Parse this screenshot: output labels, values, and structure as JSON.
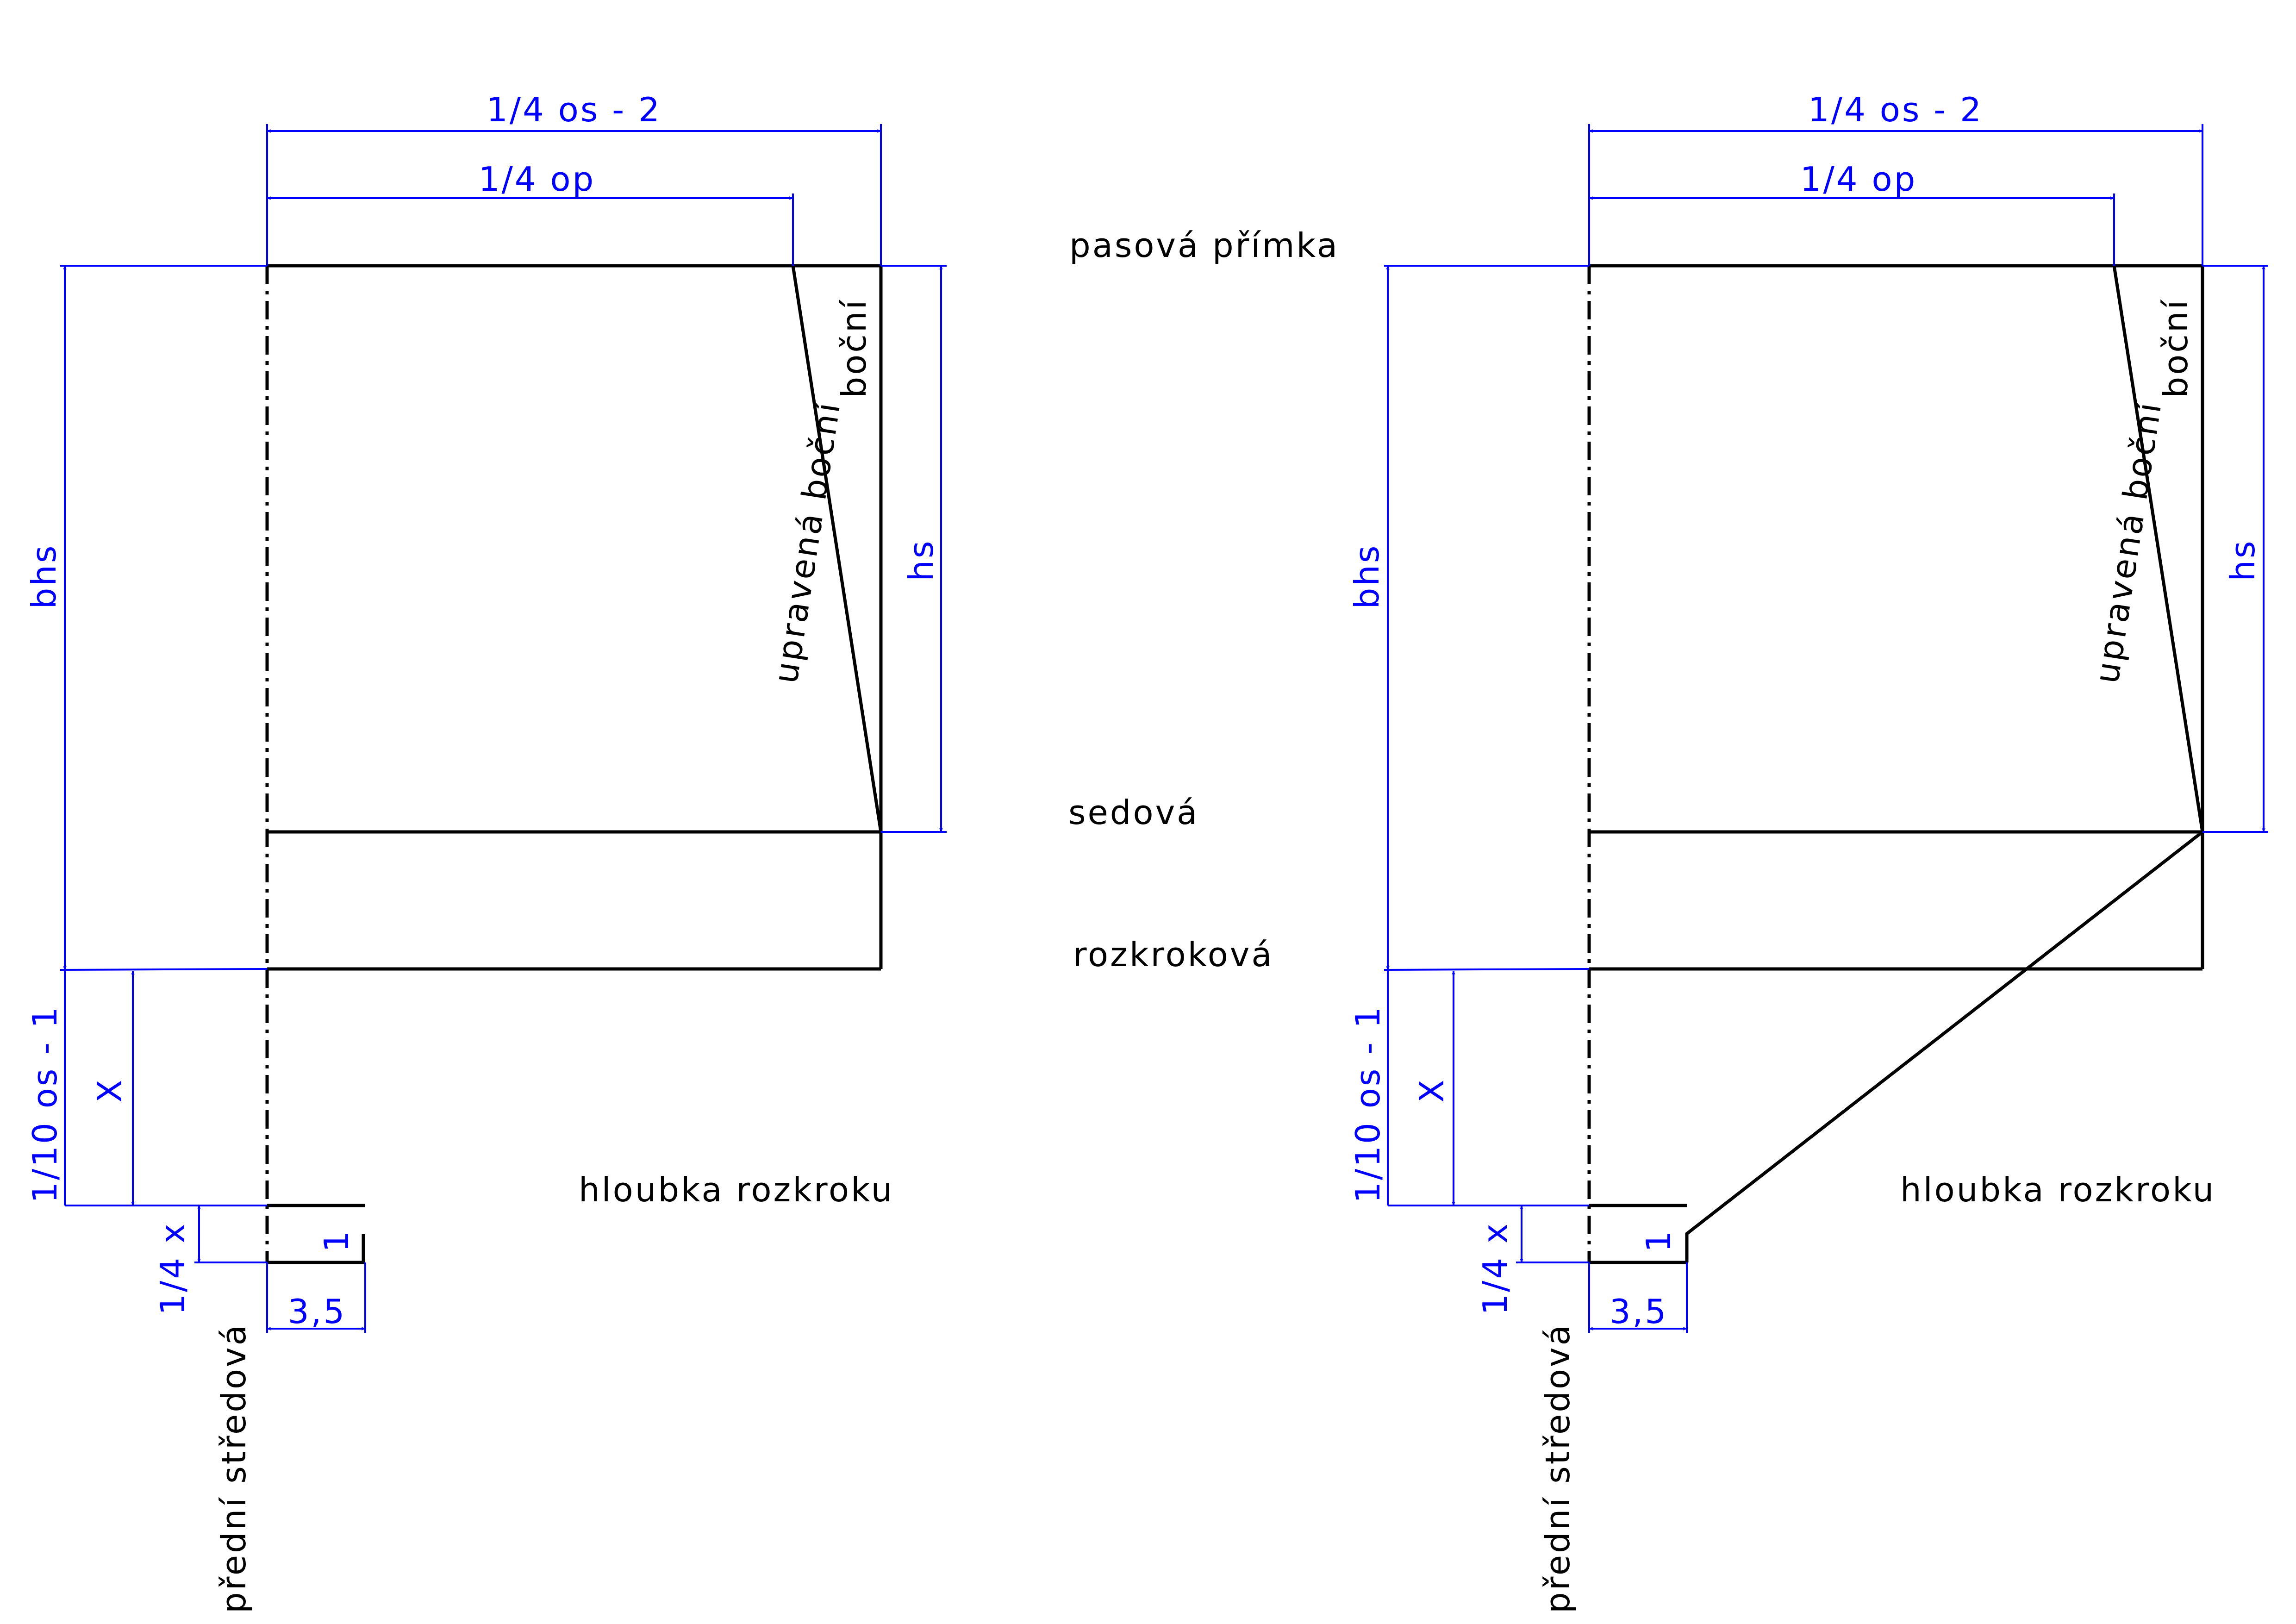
{
  "colors": {
    "outline": "#000000",
    "dimension": "#0000ff",
    "background": "#ffffff"
  },
  "labels": {
    "waistline": "pasová přímka",
    "seat": "sedová",
    "crotch": "rozkroková",
    "center_front": "přední středová",
    "crotch_depth": "hloubka rozkroku",
    "adjusted_side": "upravená boční",
    "side": "boční"
  },
  "dimensions": {
    "quarter_seat": "1/4 os - 2",
    "quarter_waist": "1/4 op",
    "bhs": "bhs",
    "hs": "hs",
    "tenth_seat": "1/10 os - 1",
    "x": "X",
    "quarter_x": "1/4 x",
    "ext": "3,5",
    "one": "1"
  }
}
